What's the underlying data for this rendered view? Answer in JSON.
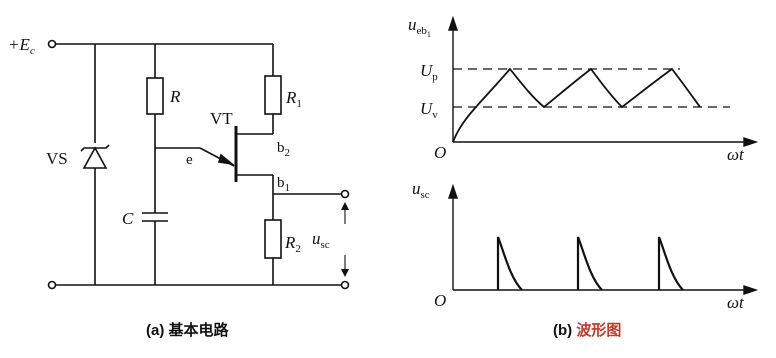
{
  "circuit": {
    "supply_label": "+E",
    "supply_sub": "c",
    "zener_label": "VS",
    "resistor_r_label": "R",
    "transistor_label": "VT",
    "resistor_r1_label": "R",
    "resistor_r1_sub": "1",
    "base2_label": "b",
    "base2_sub": "2",
    "emitter_label": "e",
    "base1_label": "b",
    "base1_sub": "1",
    "capacitor_label": "C",
    "resistor_r2_label": "R",
    "resistor_r2_sub": "2",
    "output_label": "u",
    "output_sub": "sc",
    "caption": "(a) 基本电路"
  },
  "waveform": {
    "top_ylabel": "u",
    "top_ylabel_sub": "eb",
    "top_ylabel_subsub": "1",
    "up_label": "U",
    "up_sub": "p",
    "uv_label": "U",
    "uv_sub": "v",
    "origin_top": "O",
    "xlabel_top": "ωt",
    "bottom_ylabel": "u",
    "bottom_ylabel_sub": "sc",
    "origin_bottom": "O",
    "xlabel_bottom": "ωt",
    "caption_prefix": "(b) ",
    "caption_main": "波形图",
    "caption_main_color": "#c0392b"
  }
}
